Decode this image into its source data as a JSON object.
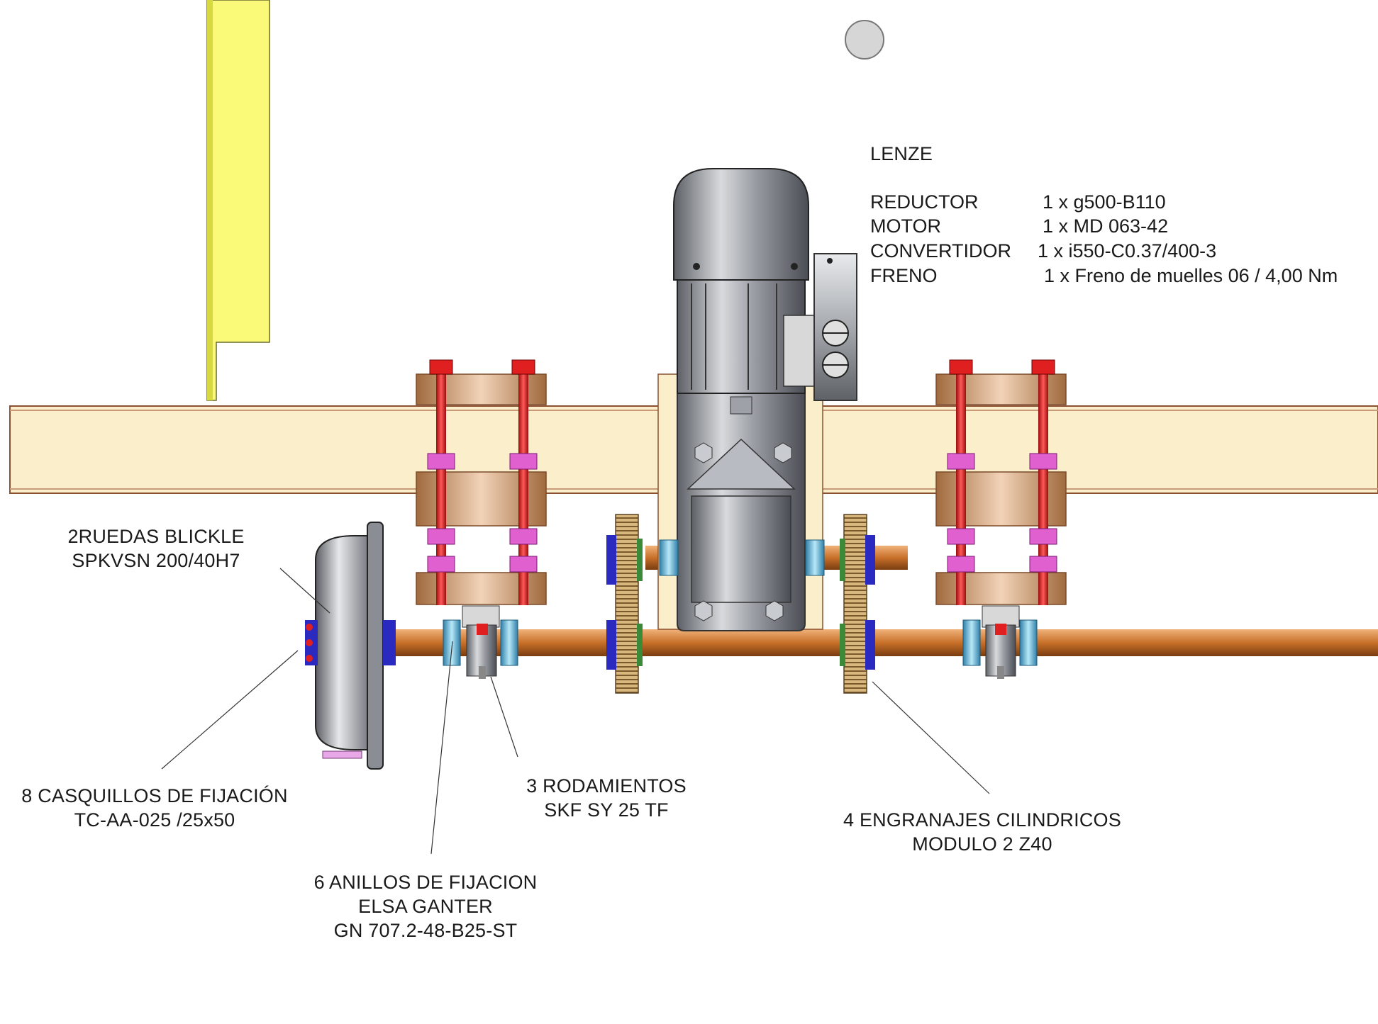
{
  "spec_block": {
    "brand": "LENZE",
    "rows": [
      {
        "key": "REDUCTOR",
        "value": "1 x g500-B110"
      },
      {
        "key": "MOTOR",
        "value": "1 x MD 063-42"
      },
      {
        "key": "CONVERTIDOR",
        "value": "1 x i550-C0.37/400-3"
      },
      {
        "key": "FRENO",
        "value": "1 x Freno de muelles 06 / 4,00 Nm"
      }
    ]
  },
  "callouts": {
    "wheels": {
      "line1": "2RUEDAS BLICKLE",
      "line2": "SPKVSN 200/40H7"
    },
    "bushings": {
      "line1": "8 CASQUILLOS DE FIJACIÓN",
      "line2": "TC-AA-025 /25x50"
    },
    "bearings": {
      "line1": "3 RODAMIENTOS",
      "line2": "SKF SY 25 TF"
    },
    "rings": {
      "line1": "6 ANILLOS DE FIJACION",
      "line2": "ELSA GANTER",
      "line3": "GN 707.2-48-B25-ST"
    },
    "gears": {
      "line1": "4 ENGRANAJES CILINDRICOS",
      "line2": "MODULO 2  Z40"
    }
  },
  "colors": {
    "beam": "#fbeecb",
    "shaft": "#c8702a",
    "bolt": "#e02020",
    "nut": "#e060d0",
    "collar": "#6ec8e8",
    "gear": "#c9a46a",
    "yellow_post": "#fbfa78",
    "motor": "#8a8e94"
  }
}
